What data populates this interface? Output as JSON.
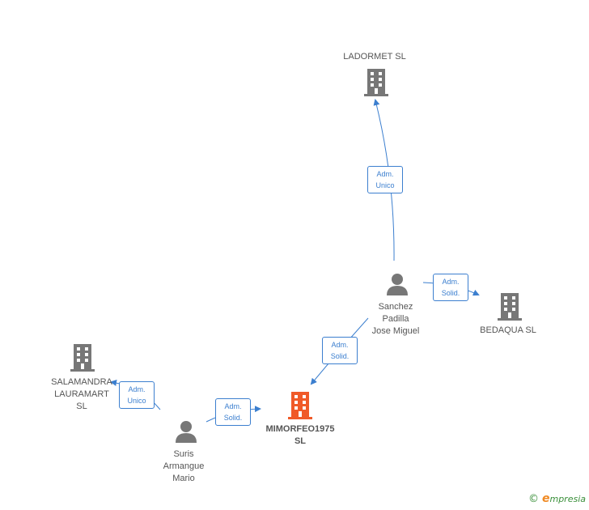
{
  "nodes": {
    "ladormet": {
      "label": "LADORMET  SL",
      "type": "company",
      "color": "#777777",
      "icon": "building-icon"
    },
    "bedaqua": {
      "label": "BEDAQUA  SL",
      "type": "company",
      "color": "#777777",
      "icon": "building-icon"
    },
    "salamandra": {
      "label": "SALAMANDRA\nLAURAMART\nSL",
      "type": "company",
      "color": "#777777",
      "icon": "building-icon"
    },
    "mimorfeo": {
      "label": "MIMORFEO1975\nSL",
      "type": "company",
      "color": "#f05a28",
      "icon": "building-icon",
      "highlighted": true
    },
    "sanchez": {
      "label": "Sanchez\nPadilla\nJose Miguel",
      "type": "person",
      "color": "#777777",
      "icon": "person-icon"
    },
    "suris": {
      "label": "Suris\nArmangue\nMario",
      "type": "person",
      "color": "#777777",
      "icon": "person-icon"
    }
  },
  "edges": {
    "sanchez_ladormet": {
      "label": "Adm.\nUnico"
    },
    "sanchez_bedaqua": {
      "label": "Adm.\nSolid."
    },
    "sanchez_mimorfeo": {
      "label": "Adm.\nSolid."
    },
    "suris_salamandra": {
      "label": "Adm.\nUnico"
    },
    "suris_mimorfeo": {
      "label": "Adm.\nSolid."
    }
  },
  "colors": {
    "edge": "#3c7fcf",
    "company": "#777777",
    "highlight": "#f05a28"
  },
  "credit": {
    "copyright": "©",
    "brand_e": "e",
    "brand_rest": "mpresia"
  }
}
